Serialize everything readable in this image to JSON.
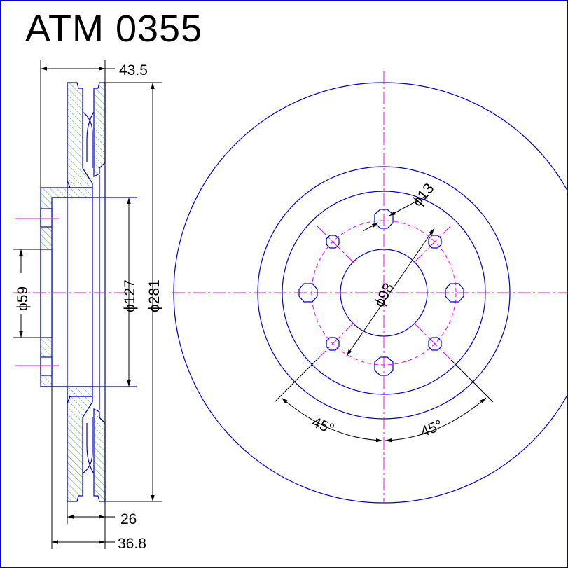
{
  "title": "ATM 0355",
  "dimensions": {
    "overall_width": "43.5",
    "center_bore": "ϕ59",
    "hub_diameter": "ϕ127",
    "outer_diameter": "ϕ281",
    "min_thickness": "26",
    "hub_height": "36.8",
    "bolt_hole": "ϕ13",
    "pitch_circle": "ϕ98",
    "angle_left": "45°",
    "angle_right": "45°"
  },
  "colors": {
    "geometry": "#0000cc",
    "centerline": "#ff00ff",
    "dimension": "#000000"
  }
}
